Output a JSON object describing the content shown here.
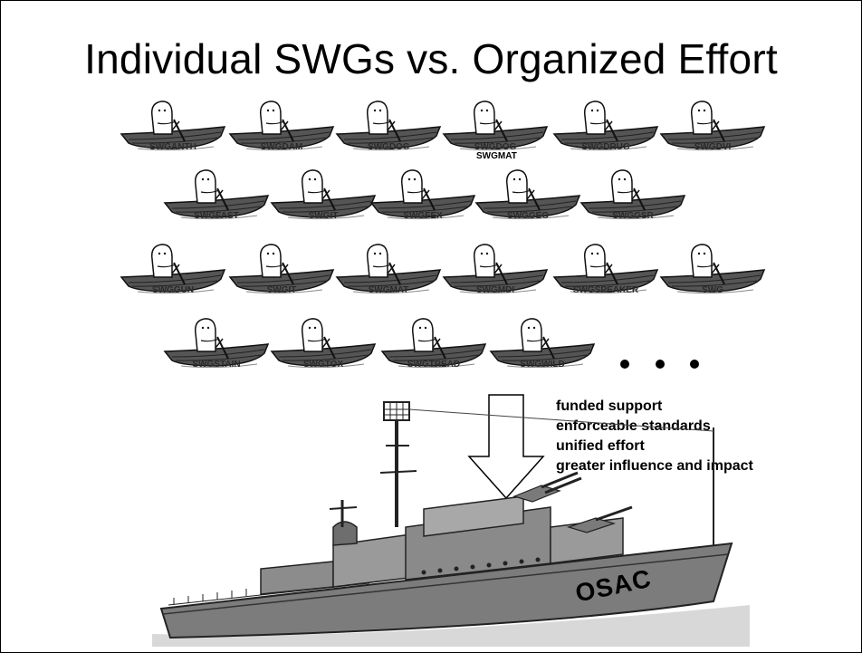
{
  "title": "Individual SWGs vs. Organized Effort",
  "boats": {
    "row1": [
      "SWGANTH",
      "SWGDAM",
      "SWGDOC",
      "SWGDOG",
      "SWGDRUG",
      "SWGDVI"
    ],
    "row2": [
      "SWGFAST",
      "SWGIT",
      "SWGFEX",
      "SWGGEO",
      "SWGGSR"
    ],
    "row3": [
      "SWGGUN",
      "SWGIT",
      "SWGMAT",
      "SWGMDI",
      "SWGSPEAKER",
      "SWG"
    ],
    "row4": [
      "SWGSTAIN",
      "SWGTOX",
      "SWGTREAD",
      "SWGWILD"
    ]
  },
  "extra_label": "SWGMAT",
  "benefits": [
    "funded support",
    "enforceable standards",
    "unified effort",
    "greater influence and impact"
  ],
  "ship_label": "OSAC",
  "icons": {
    "rower": "rowboat-icon",
    "arrow": "down-arrow-icon",
    "ship": "battleship-icon"
  }
}
